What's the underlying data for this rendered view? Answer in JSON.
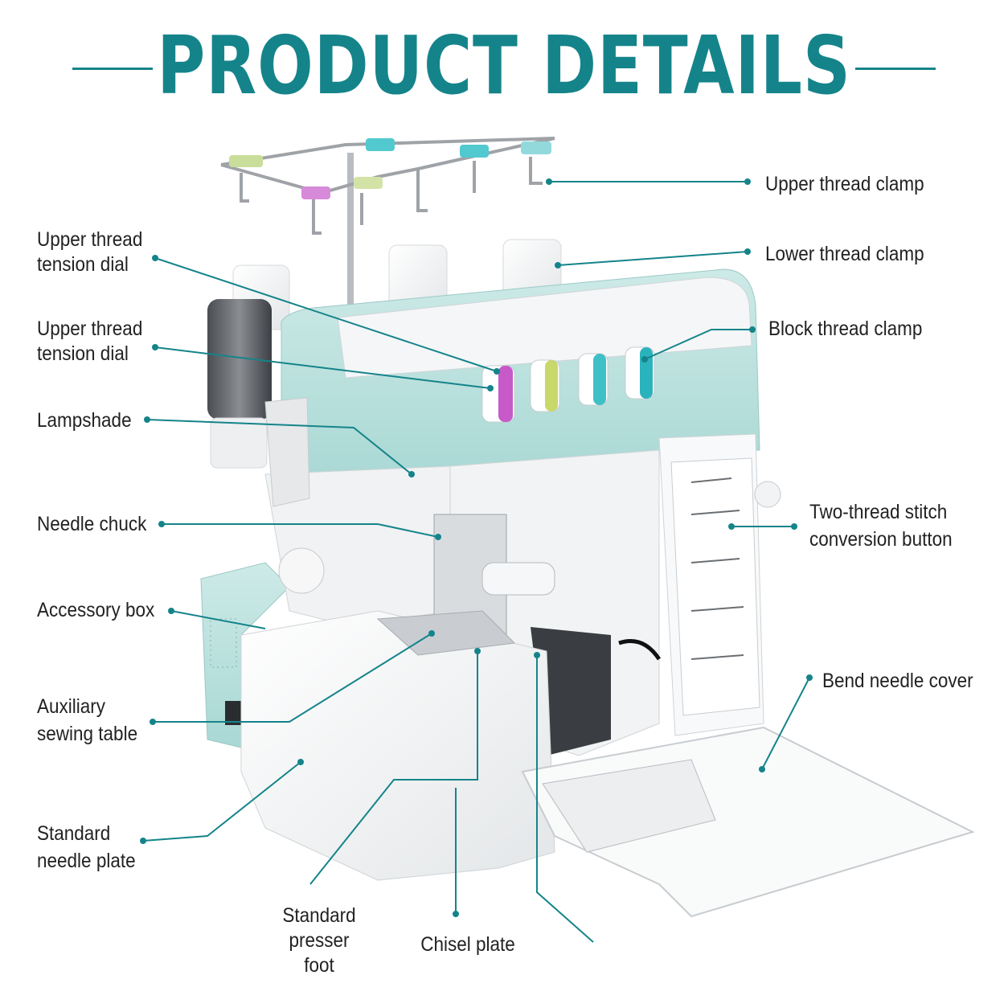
{
  "page": {
    "title": "PRODUCT DETAILS"
  },
  "colors": {
    "accent": "#14848a",
    "body_mint": "#bfe4e1",
    "label_text": "#222222"
  },
  "callouts": [
    {
      "id": "upper-thread-clamp",
      "text": "Upper thread clamp"
    },
    {
      "id": "lower-thread-clamp",
      "text": "Lower thread clamp"
    },
    {
      "id": "block-thread-clamp",
      "text": "Block thread clamp"
    },
    {
      "id": "two-thread-stitch-conversion-button",
      "text": "Two-thread stitch\nconversion button"
    },
    {
      "id": "bend-needle-cover",
      "text": "Bend needle cover"
    },
    {
      "id": "upper-thread-tension-dial-1",
      "text": "Upper thread\ntension dial"
    },
    {
      "id": "upper-thread-tension-dial-2",
      "text": "Upper thread\ntension dial"
    },
    {
      "id": "lampshade",
      "text": "Lampshade"
    },
    {
      "id": "needle-chuck",
      "text": "Needle chuck"
    },
    {
      "id": "accessory-box",
      "text": "Accessory box"
    },
    {
      "id": "auxiliary-sewing-table",
      "text": "Auxiliary\nsewing table"
    },
    {
      "id": "standard-needle-plate",
      "text": "Standard\nneedle plate"
    },
    {
      "id": "standard-presser-foot",
      "text": "Standard\npresser foot"
    },
    {
      "id": "chisel-plate",
      "text": "Chisel plate"
    }
  ]
}
